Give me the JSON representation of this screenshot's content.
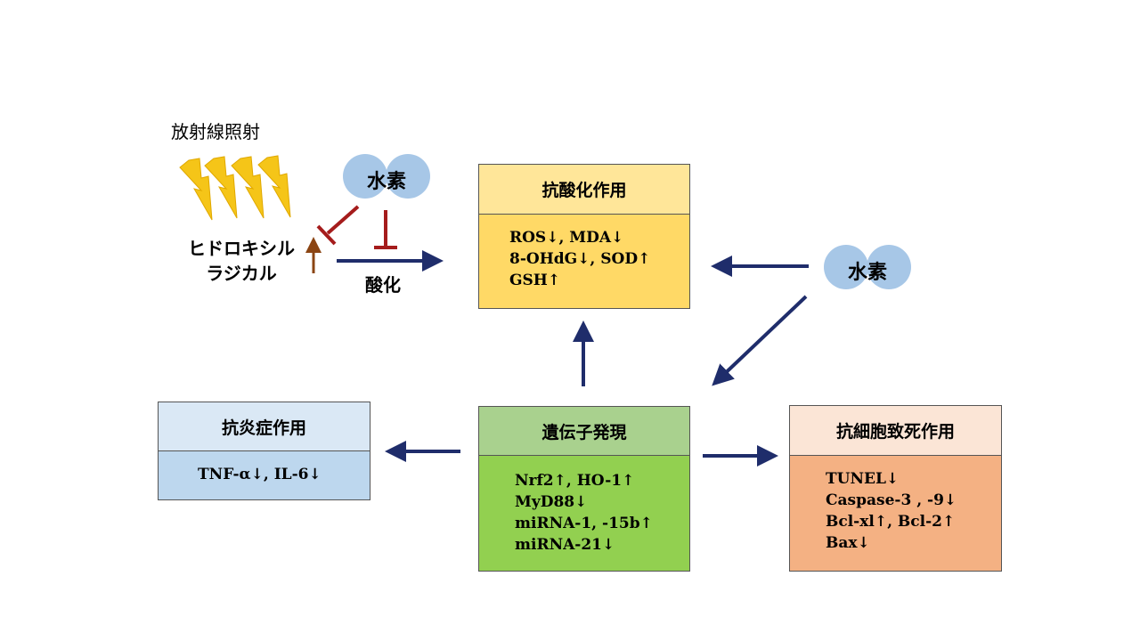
{
  "radiation_label": "放射線照射",
  "hydroxyl_radical": [
    "ヒドロキシル",
    "ラジカル"
  ],
  "oxidation_label": "酸化",
  "hydrogen_label": "水素",
  "colors": {
    "lightning": "#f5c518",
    "hydrogen_circle": "#a7c7e7",
    "inhibit": "#a51c1c",
    "arrow": "#1f2d6b",
    "up_arrow": "#8b4513"
  },
  "boxes": {
    "antioxidant": {
      "header": "抗酸化作用",
      "lines": [
        "ROS↓, MDA↓",
        "8-OHdG↓, SOD↑",
        "GSH↑"
      ],
      "header_color": "#ffe699",
      "body_color": "#ffd966"
    },
    "gene_expression": {
      "header": "遺伝子発現",
      "lines": [
        "Nrf2↑, HO-1↑",
        "MyD88↓",
        "miRNA-1, -15b↑",
        "miRNA-21↓"
      ],
      "header_color": "#a9d18e",
      "body_color": "#92d050"
    },
    "anti_inflammatory": {
      "header": "抗炎症作用",
      "lines": [
        "TNF-α↓, IL-6↓"
      ],
      "header_color": "#dae8f5",
      "body_color": "#bdd7ee"
    },
    "anti_apoptosis": {
      "header": "抗細胞致死作用",
      "lines": [
        "TUNEL↓",
        "Caspase-3 , -9↓",
        "Bcl-xl↑, Bcl-2↑",
        "Bax↓"
      ],
      "header_color": "#fbe5d6",
      "body_color": "#f4b183"
    }
  }
}
